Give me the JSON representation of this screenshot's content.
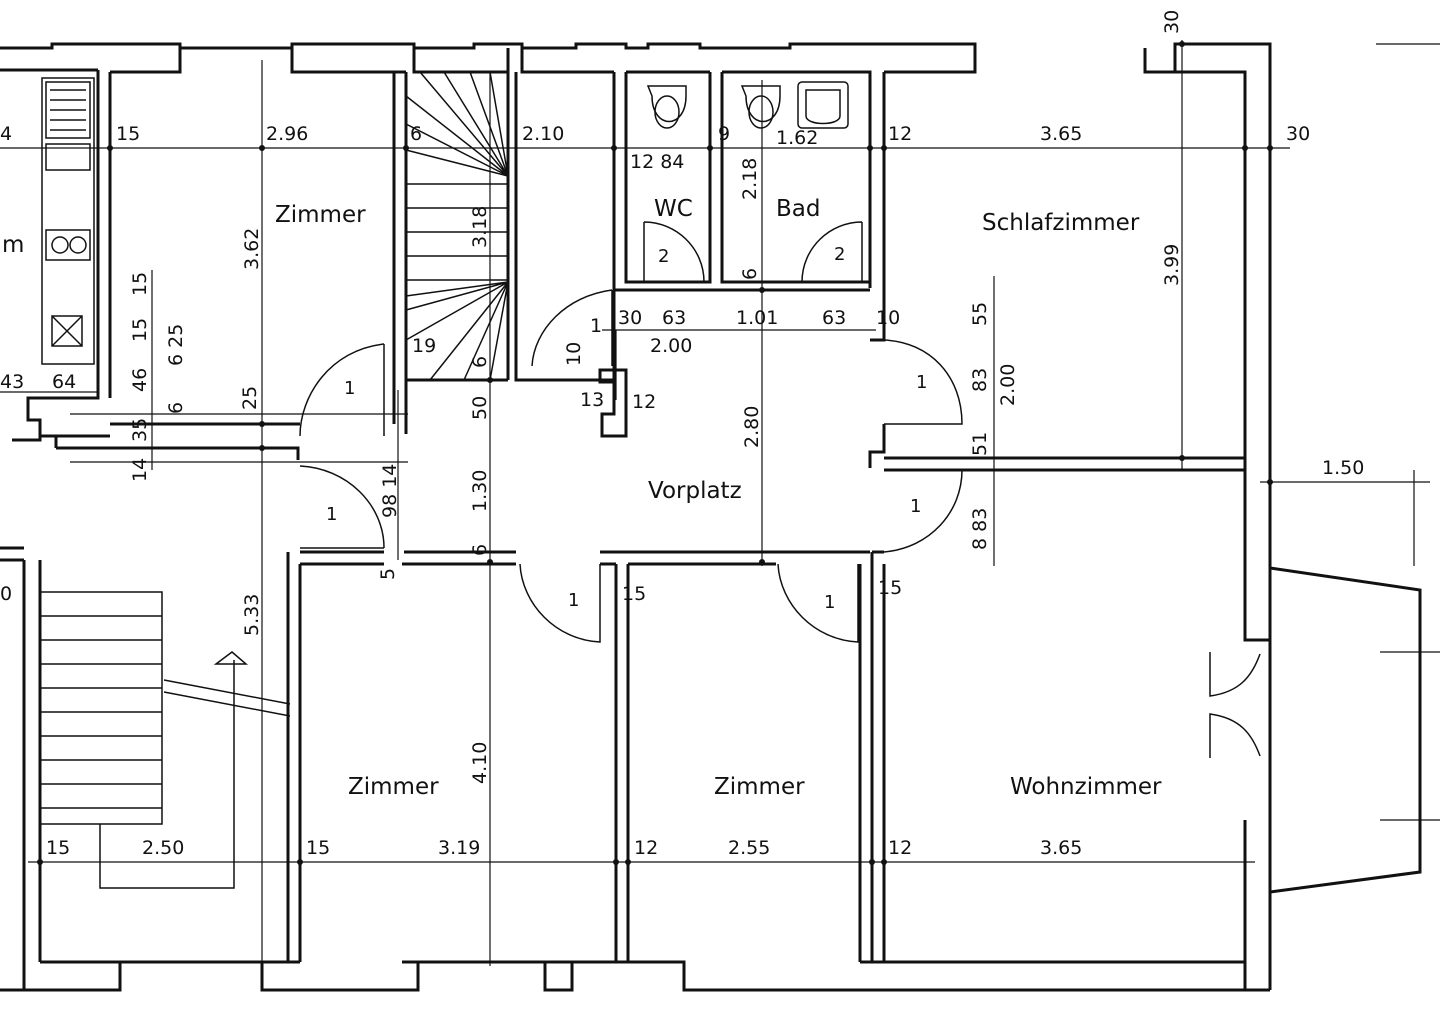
{
  "rooms": {
    "zimmer_top": "Zimmer",
    "wc": "WC",
    "bad": "Bad",
    "schlafzimmer": "Schlafzimmer",
    "vorplatz": "Vorplatz",
    "zimmer_bl": "Zimmer",
    "zimmer_bm": "Zimmer",
    "wohnzimmer": "Wohnzimmer",
    "kitchen_partial": "m"
  },
  "dims_top": {
    "d1": "15",
    "d2": "2.96",
    "d3": "6",
    "d4": "2.10",
    "d5": "9",
    "d6": "1.62",
    "d7": "12",
    "d8": "3.65",
    "d9": "30",
    "d10": "12 84",
    "d11": "4"
  },
  "dims_bottom": {
    "b1": "15",
    "b2": "2.50",
    "b3": "15",
    "b4": "3.19",
    "b5": "12",
    "b6": "2.55",
    "b7": "12",
    "b8": "3.65"
  },
  "dims_vertical": {
    "v_362": "3.62",
    "v_318": "3.18",
    "v_218": "2.18",
    "v_399": "3.99",
    "v_280": "2.80",
    "v_130": "1.30",
    "v_533": "5.33",
    "v_410": "4.10",
    "v_200": "2.00",
    "v_55": "55",
    "v_83a": "83",
    "v_51": "51",
    "v_883": "8 83",
    "v_25": "25",
    "v_15": "15",
    "v_15b": "15",
    "v_46": "46",
    "v_6": "6",
    "v_6b": "6",
    "v_625": "6 25",
    "v_35": "35",
    "v_14": "14",
    "v_9814": "98 14",
    "v_50": "50",
    "v_10": "10",
    "v_6c": "6",
    "v_6d": "6",
    "v_5": "5",
    "v_30": "30"
  },
  "dims_misc": {
    "m_30": "30",
    "m_63a": "63",
    "m_101": "1.01",
    "m_63b": "63",
    "m_10": "10",
    "m_200": "2.00",
    "m_1": "1",
    "m_13": "13",
    "m_12": "12",
    "m_19": "19",
    "m_150": "1.50",
    "m_64": "64",
    "m_43": "43",
    "m_15a": "15",
    "m_15b": "15",
    "m_0": "0"
  },
  "doors": {
    "d_zimmer_top": "1",
    "d_wc": "2",
    "d_bad": "2",
    "d_schlaf": "1",
    "d_wohn": "1",
    "d_stair": "1",
    "d_zimmer_bl": "1",
    "d_zimmer_bm": "1"
  }
}
